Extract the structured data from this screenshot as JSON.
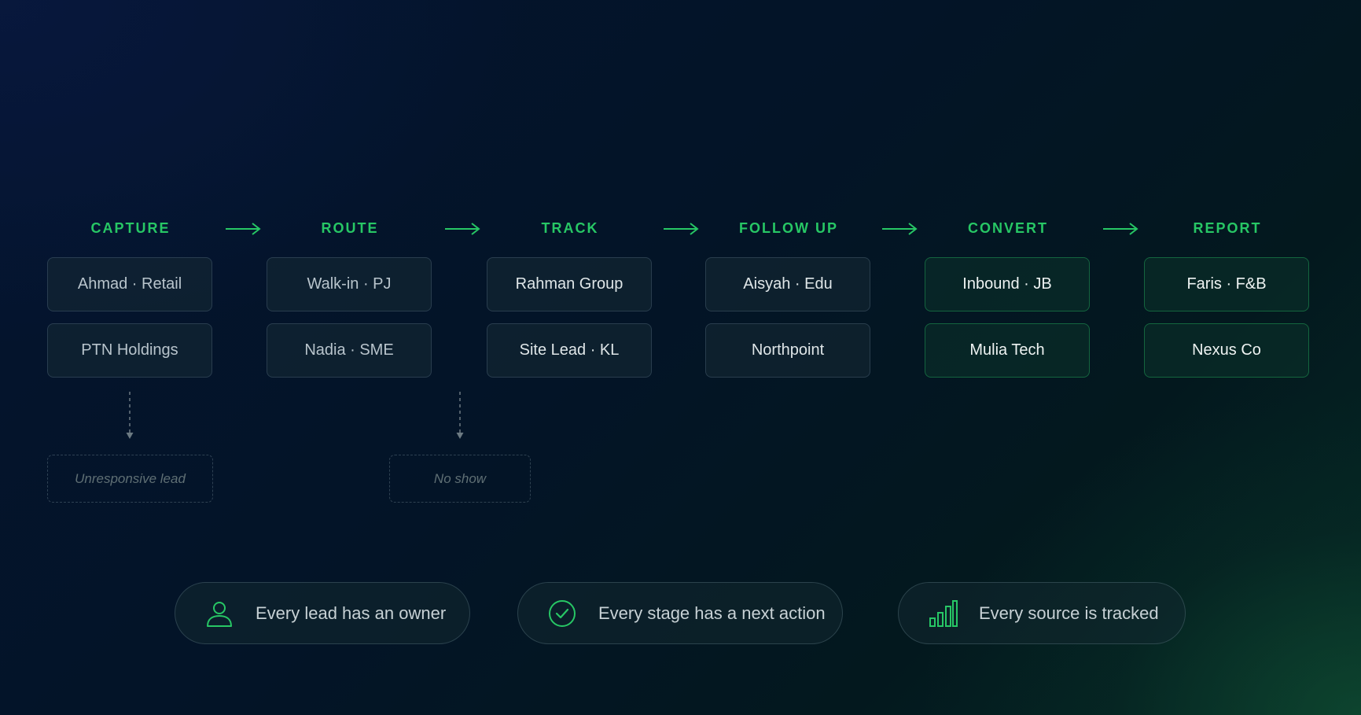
{
  "stages": [
    {
      "label": "CAPTURE",
      "cards": [
        "Ahmad · Retail",
        "PTN Holdings"
      ]
    },
    {
      "label": "ROUTE",
      "cards": [
        "Walk-in · PJ",
        "Nadia · SME"
      ]
    },
    {
      "label": "TRACK",
      "cards": [
        "Rahman Group",
        "Site Lead · KL"
      ]
    },
    {
      "label": "FOLLOW UP",
      "cards": [
        "Aisyah · Edu",
        "Northpoint"
      ]
    },
    {
      "label": "CONVERT",
      "cards": [
        "Inbound · JB",
        "Mulia Tech"
      ]
    },
    {
      "label": "REPORT",
      "cards": [
        "Faris · F&B",
        "Nexus Co"
      ]
    }
  ],
  "dropoffs": {
    "capture": "Unresponsive lead",
    "route": "No show"
  },
  "principles": [
    {
      "text": "Every lead has an owner",
      "icon": "user-icon"
    },
    {
      "text": "Every stage has a next action",
      "icon": "check-circle-icon"
    },
    {
      "text": "Every source is tracked",
      "icon": "bar-chart-icon"
    }
  ],
  "colors": {
    "accent": "#27c765",
    "background": "#04142f"
  }
}
